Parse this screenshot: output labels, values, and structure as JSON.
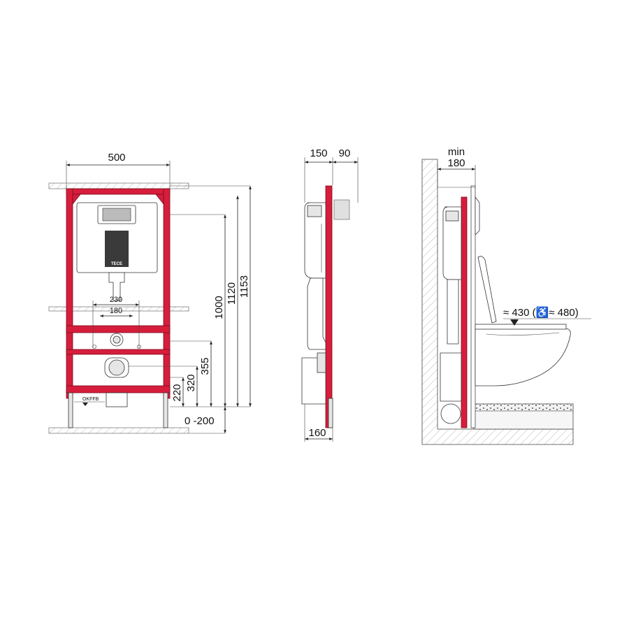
{
  "front_view": {
    "width_label": "500",
    "height_1000": "1000",
    "height_1120": "1120",
    "height_1153": "1153",
    "height_355": "355",
    "height_320": "320",
    "height_220": "220",
    "adjust_label": "0 -200",
    "hole_spacing_230": "230",
    "hole_spacing_180": "180",
    "floor_marker": "OKFFB",
    "cistern_brand": "TECE",
    "frame_color": "#d61e3c"
  },
  "side_view": {
    "depth_150": "150",
    "depth_90": "90",
    "bottom_160": "160"
  },
  "install_view": {
    "min_label": "min",
    "min_180": "180",
    "seat_height": "≈ 430 (♿≈ 480)"
  }
}
